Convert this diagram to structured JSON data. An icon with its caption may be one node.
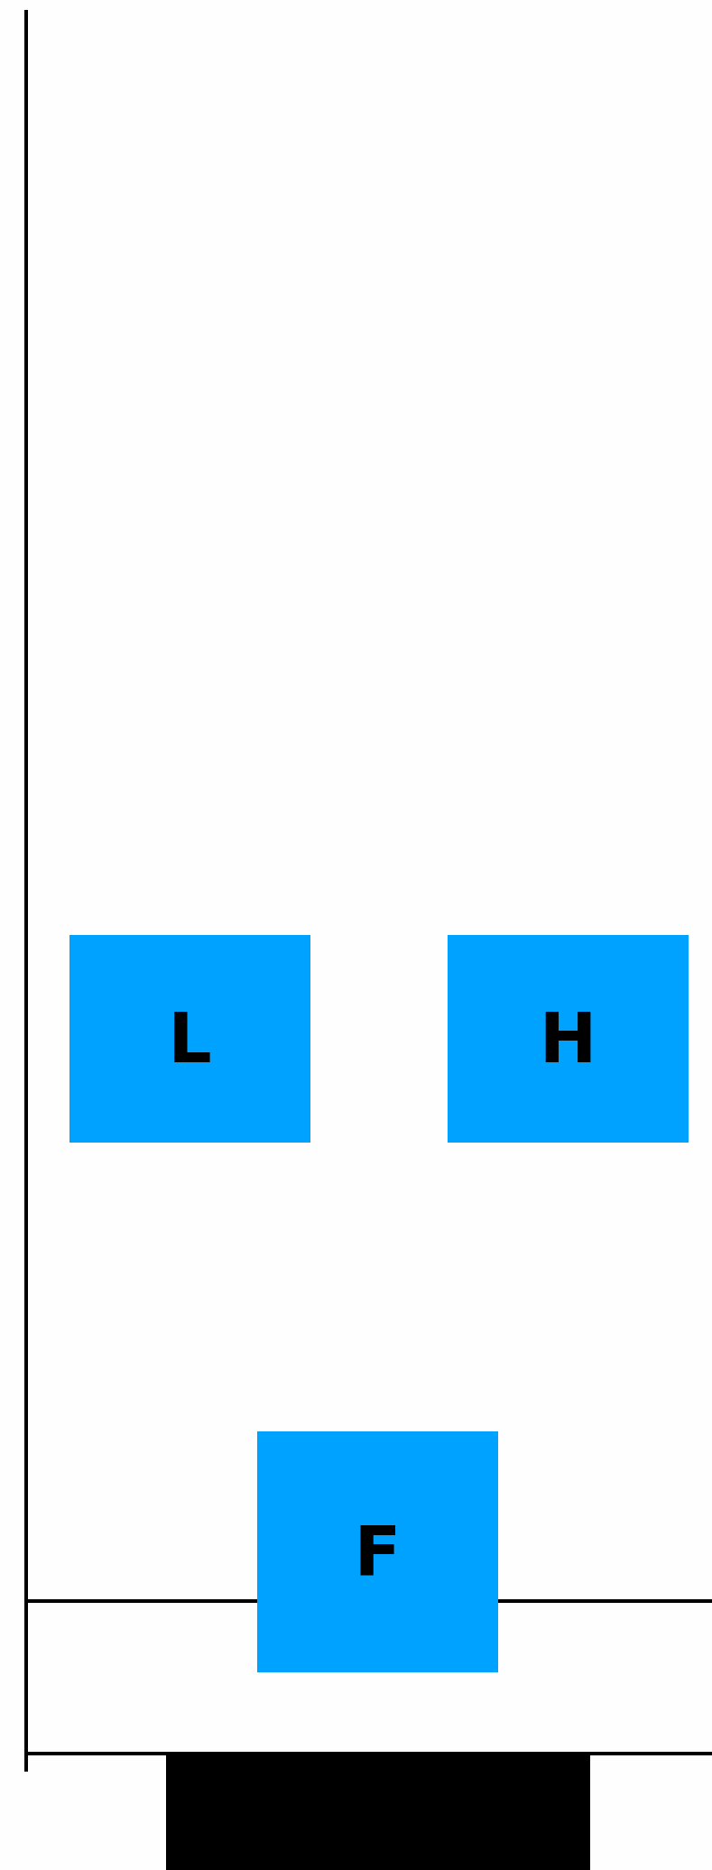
{
  "diagram": {
    "nodes": [
      {
        "text": [
          "L"
        ]
      },
      {
        "text": [
          "H"
        ]
      },
      {
        "text": [
          "F"
        ]
      },
      {
        "text": [],
        "shape": "box"
      }
    ]
  }
}
